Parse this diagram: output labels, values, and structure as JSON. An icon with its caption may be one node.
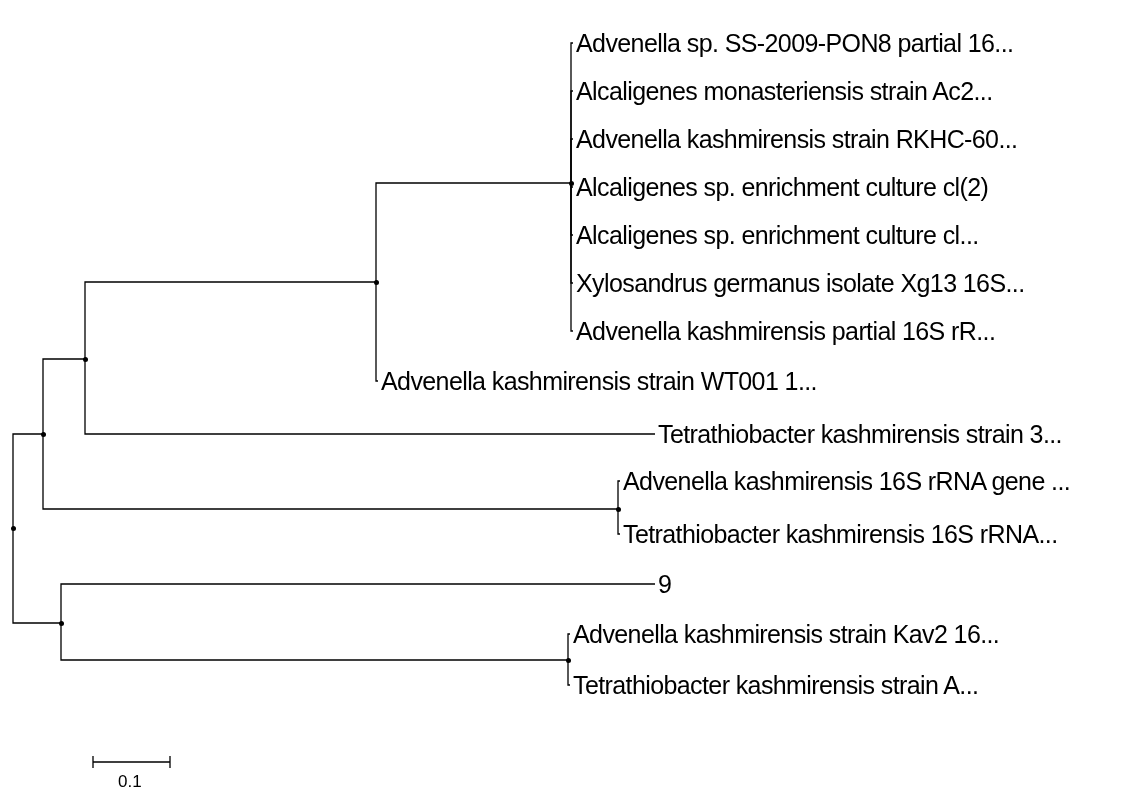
{
  "diagram": {
    "nodes": [
      {
        "text": [],
        "shape": "point"
      },
      {
        "text": [],
        "shape": "point"
      },
      {
        "text": [],
        "shape": "point"
      },
      {
        "text": [],
        "shape": "point"
      },
      {
        "text": [],
        "shape": "point"
      },
      {
        "text": [
          "Advenella sp. SS-2009-PON8 partial 16..."
        ]
      },
      {
        "text": [
          "Alcaligenes monasteriensis strain Ac2..."
        ]
      },
      {
        "text": [
          "Advenella kashmirensis strain RKHC-60..."
        ]
      },
      {
        "text": [
          "Alcaligenes sp. enrichment culture cl(2)"
        ]
      },
      {
        "text": [
          "Alcaligenes sp. enrichment culture cl..."
        ]
      },
      {
        "text": [
          "Xylosandrus germanus isolate Xg13 16S..."
        ]
      },
      {
        "text": [
          "Advenella kashmirensis partial 16S rR..."
        ]
      },
      {
        "text": [
          "Advenella kashmirensis strain WT001 1..."
        ]
      },
      {
        "text": [
          "Tetrathiobacter kashmirensis strain 3..."
        ]
      },
      {
        "text": [],
        "shape": "point"
      },
      {
        "text": [
          "Advenella kashmirensis 16S rRNA gene ..."
        ]
      },
      {
        "text": [
          "Tetrathiobacter kashmirensis 16S rRNA..."
        ]
      },
      {
        "text": [],
        "shape": "point"
      },
      {
        "text": [
          "9"
        ]
      },
      {
        "text": [],
        "shape": "point"
      },
      {
        "text": [
          "Advenella kashmirensis strain Kav2 16..."
        ]
      },
      {
        "text": [
          "Tetrathiobacter kashmirensis strain A..."
        ]
      }
    ],
    "edges": [
      {
        "from": 0,
        "to": 1,
        "arrow": "none"
      },
      {
        "from": 0,
        "to": 17,
        "arrow": "none"
      },
      {
        "from": 1,
        "to": 2,
        "arrow": "none"
      },
      {
        "from": 1,
        "to": 14,
        "arrow": "none"
      },
      {
        "from": 2,
        "to": 3,
        "arrow": "none"
      },
      {
        "from": 2,
        "to": 13,
        "arrow": "none"
      },
      {
        "from": 3,
        "to": 4,
        "arrow": "none"
      },
      {
        "from": 3,
        "to": 12,
        "arrow": "none"
      },
      {
        "from": 4,
        "to": 5,
        "arrow": "none"
      },
      {
        "from": 4,
        "to": 6,
        "arrow": "none"
      },
      {
        "from": 4,
        "to": 7,
        "arrow": "none"
      },
      {
        "from": 4,
        "to": 8,
        "arrow": "none"
      },
      {
        "from": 4,
        "to": 9,
        "arrow": "none"
      },
      {
        "from": 4,
        "to": 10,
        "arrow": "none"
      },
      {
        "from": 4,
        "to": 11,
        "arrow": "none"
      },
      {
        "from": 14,
        "to": 15,
        "arrow": "none"
      },
      {
        "from": 14,
        "to": 16,
        "arrow": "none"
      },
      {
        "from": 17,
        "to": 18,
        "arrow": "none"
      },
      {
        "from": 17,
        "to": 19,
        "arrow": "none"
      },
      {
        "from": 19,
        "to": 20,
        "arrow": "none"
      },
      {
        "from": 19,
        "to": 21,
        "arrow": "none"
      }
    ],
    "labels": [
      "0.1"
    ]
  }
}
